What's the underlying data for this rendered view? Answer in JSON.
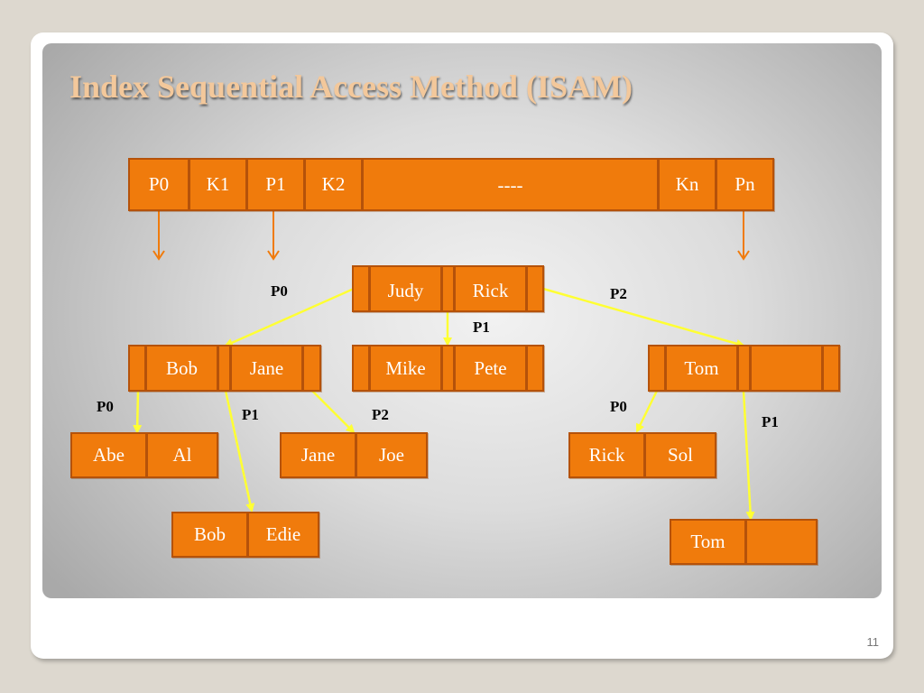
{
  "title": "Index Sequential Access Method (ISAM)",
  "page_number": "11",
  "index_block": [
    "P0",
    "K1",
    "P1",
    "K2",
    "----",
    "Kn",
    "Pn"
  ],
  "root": [
    "Judy",
    "Rick"
  ],
  "level1": {
    "left": [
      "Bob",
      "Jane"
    ],
    "middle": [
      "Mike",
      "Pete"
    ],
    "right": [
      "Tom",
      ""
    ]
  },
  "leaves": {
    "abe_al": [
      "Abe",
      "Al"
    ],
    "bob_edie": [
      "Bob",
      "Edie"
    ],
    "jane_joe": [
      "Jane",
      "Joe"
    ],
    "rick_sol": [
      "Rick",
      "Sol"
    ],
    "tom": [
      "Tom",
      ""
    ]
  },
  "pointer_labels": {
    "root_p0": "P0",
    "root_p1": "P1",
    "root_p2": "P2",
    "left_p0": "P0",
    "left_p1": "P1",
    "left_p2": "P2",
    "right_p0": "P0",
    "right_p1": "P1"
  },
  "colors": {
    "node_fill": "#f07b0c",
    "node_border": "#b5520a",
    "tree_pointer": "#ffff33",
    "index_pointer": "#f07b0c",
    "title": "#f3c89b"
  }
}
